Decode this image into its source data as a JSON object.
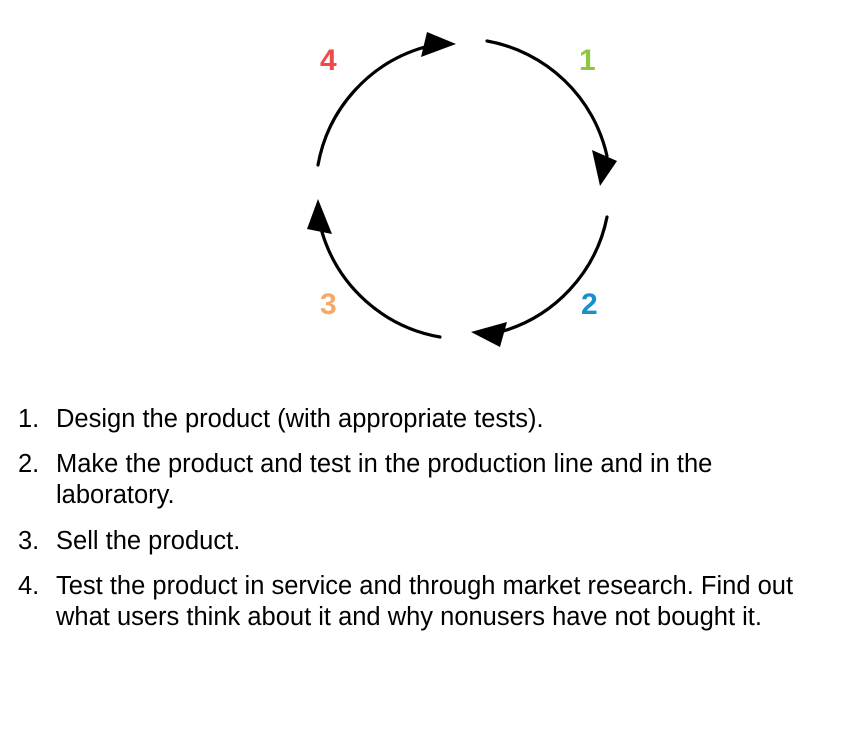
{
  "diagram": {
    "type": "cycle",
    "name": "deming-quality-cycle",
    "direction": "clockwise",
    "arc_color": "#000000",
    "nodes": [
      {
        "label": "1",
        "color": "#8DC63F",
        "position": "upper-right"
      },
      {
        "label": "2",
        "color": "#1B8FCB",
        "position": "lower-right"
      },
      {
        "label": "3",
        "color": "#F5A96B",
        "position": "lower-left"
      },
      {
        "label": "4",
        "color": "#EF4B46",
        "position": "upper-left"
      }
    ]
  },
  "steps": [
    {
      "marker": "1.",
      "text": "Design the product (with appropriate tests)."
    },
    {
      "marker": "2.",
      "text": "Make the product and test in the production line and in the laboratory."
    },
    {
      "marker": "3.",
      "text": "Sell the product."
    },
    {
      "marker": "4.",
      "text": "Test the product in service and through market research. Find out what users think about it and why nonusers have not bought it."
    }
  ]
}
